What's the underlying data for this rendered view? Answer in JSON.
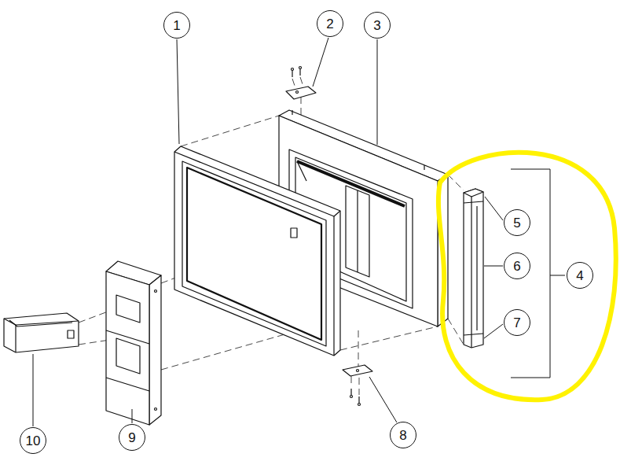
{
  "diagram": {
    "nodes": [
      {
        "text": [
          "1"
        ]
      },
      {
        "text": [
          "2"
        ]
      },
      {
        "text": [
          "3"
        ]
      },
      {
        "text": [
          "5"
        ]
      },
      {
        "text": [
          "6"
        ]
      },
      {
        "text": [
          "7"
        ]
      },
      {
        "text": [
          "4"
        ]
      },
      {
        "text": [
          "10"
        ]
      },
      {
        "text": [
          "9"
        ]
      },
      {
        "text": [
          "8"
        ]
      }
    ]
  }
}
